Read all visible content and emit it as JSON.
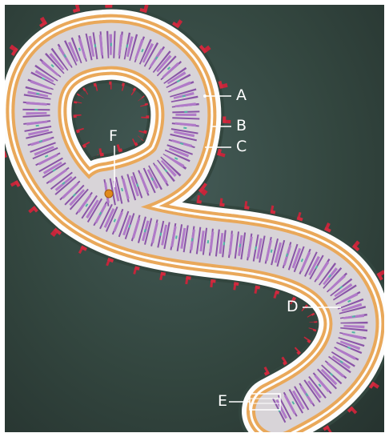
{
  "diagram": {
    "colors": {
      "background": "#33463f",
      "envelope": "#fdfdfd",
      "interior": "#d8d4d8",
      "matrix_beads": "#e9a85a",
      "spikes": "#c5253a",
      "nucleocapsid": "#8a55a8",
      "genome_dot": "#e08a1c",
      "leader_lines": "#ffffff"
    },
    "labels": [
      {
        "id": "a",
        "text": "A"
      },
      {
        "id": "b",
        "text": "B"
      },
      {
        "id": "c",
        "text": "C"
      },
      {
        "id": "d",
        "text": "D"
      },
      {
        "id": "e",
        "text": "E"
      },
      {
        "id": "f",
        "text": "F"
      }
    ]
  }
}
